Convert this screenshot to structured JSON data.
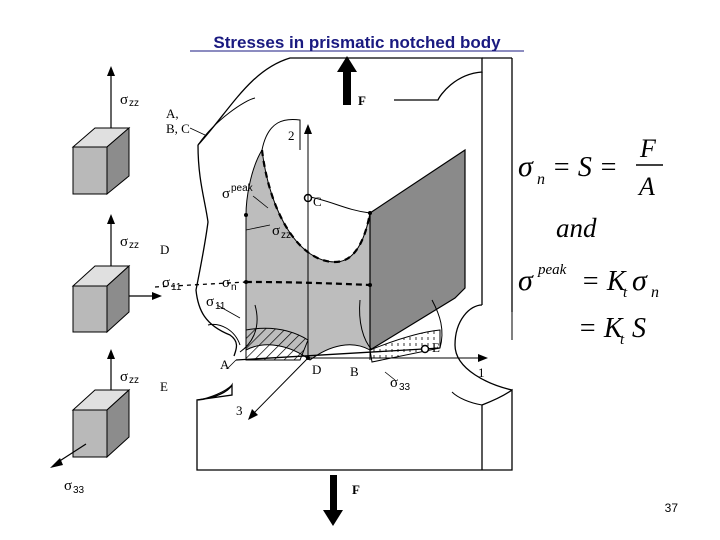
{
  "title": "Stresses in prismatic notched body",
  "labels": {
    "sigma": "σ",
    "zz": "zz",
    "eleven": "11",
    "thirtythree": "33",
    "n": "n",
    "peak": "peak",
    "abc": "A,",
    "bc": "B, C",
    "F_top": "F",
    "F_bottom": "F",
    "axis2": "2",
    "axis1": "1",
    "axis3": "3",
    "C": "C",
    "D1": "D",
    "D2": "D",
    "E1": "E",
    "E2": "E",
    "A": "A",
    "B": "B"
  },
  "equations": {
    "sn_sigma": "σ",
    "sn_sub": "n",
    "eq1_rest": "= S =",
    "F": "F",
    "A": "A",
    "and": "and",
    "sigma": "σ",
    "peak": "peak",
    "eq2_mid": "= K",
    "t_sub": "t",
    "sigma2": "σ",
    "n_sub": "n",
    "eq3": "= K",
    "t_sub2": "t",
    "S": "S"
  },
  "page_number": "37"
}
